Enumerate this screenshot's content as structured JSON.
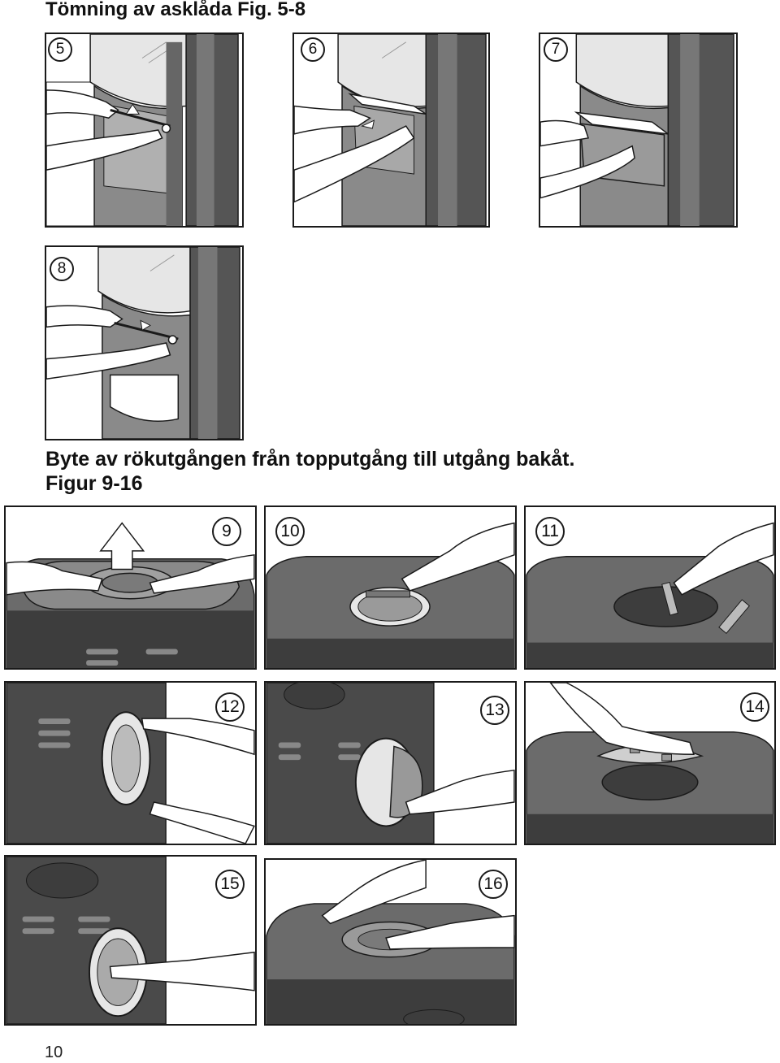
{
  "heading_1": "Tömning av asklåda Fig. 5-8",
  "heading_2": {
    "line1": "Byte av rökutgången från topputgång till utgång bakåt.",
    "line2": "Figur 9-16"
  },
  "figures": {
    "fig5": "5",
    "fig6": "6",
    "fig7": "7",
    "fig8": "8",
    "fig9": "9",
    "fig10": "10",
    "fig11": "11",
    "fig12": "12",
    "fig13": "13",
    "fig14": "14",
    "fig15": "15",
    "fig16": "16"
  },
  "page_number": "10",
  "colors": {
    "outline": "#1a1a1a",
    "stove_dark": "#3d3d3d",
    "stove_mid": "#6b6b6b",
    "stove_light": "#9a9a9a",
    "glass": "#e6e6e6"
  }
}
